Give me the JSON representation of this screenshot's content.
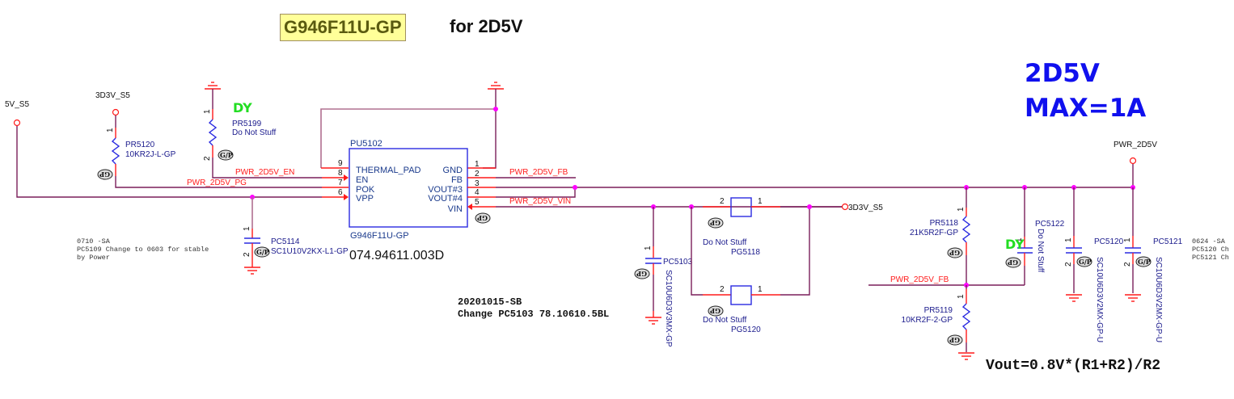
{
  "title": {
    "part_highlight": "G946F11U-GP",
    "suffix": "for 2D5V"
  },
  "rail_callout": {
    "line1": "2D5V",
    "line2": "MAX=1A"
  },
  "power_ports": {
    "v5": "5V_S5",
    "v3_left": "3D3V_S5",
    "v3_right": "3D3V_S5",
    "out": "PWR_2D5V"
  },
  "nets": {
    "en": "PWR_2D5V_EN",
    "pg": "PWR_2D5V_PG",
    "fb_top": "PWR_2D5V_FB",
    "vin": "PWR_2D5V_VIN",
    "fb_bottom": "PWR_2D5V_FB"
  },
  "ic": {
    "ref": "PU5102",
    "part": "G946F11U-GP",
    "part_number": "074.94611.003D",
    "left_pins": [
      {
        "num": "9",
        "name": "THERMAL_PAD"
      },
      {
        "num": "8",
        "name": "EN"
      },
      {
        "num": "7",
        "name": "POK"
      },
      {
        "num": "6",
        "name": "VPP"
      }
    ],
    "right_pins": [
      {
        "num": "1",
        "name": "GND"
      },
      {
        "num": "2",
        "name": "FB"
      },
      {
        "num": "3",
        "name": "VOUT#3"
      },
      {
        "num": "4",
        "name": "VOUT#4"
      },
      {
        "num": "5",
        "name": "VIN"
      }
    ]
  },
  "components": {
    "pr5120": {
      "ref": "PR5120",
      "value": "10KR2J-L-GP",
      "pin1": "1"
    },
    "pr5199": {
      "ref": "PR5199",
      "value": "Do Not Stuff",
      "pin1": "1",
      "pin2": "2",
      "flag": "DY"
    },
    "pc5114": {
      "ref": "PC5114",
      "value": "SC1U10V2KX-L1-GP",
      "pin1": "1",
      "pin2": "2"
    },
    "pc5103": {
      "ref": "PC5103",
      "value": "SC10U6D3V3MX-GP",
      "pin1": "1"
    },
    "pg5118": {
      "ref": "PG5118",
      "value": "Do Not Stuff",
      "pin1": "1",
      "pin2": "2"
    },
    "pg5120": {
      "ref": "PG5120",
      "value": "Do Not Stuff",
      "pin1": "1",
      "pin2": "2"
    },
    "pr5118": {
      "ref": "PR5118",
      "value": "21K5R2F-GP",
      "pin1": "1"
    },
    "pr5119": {
      "ref": "PR5119",
      "value": "10KR2F-2-GP",
      "pin1": "1"
    },
    "pc5122": {
      "ref": "PC5122",
      "value": "Do Not Stuff",
      "pin1": "1",
      "flag": "DY"
    },
    "pc5120": {
      "ref": "PC5120",
      "value": "SC10U6D3V2MX-GP-U",
      "pin1": "1",
      "pin2": "2"
    },
    "pc5121": {
      "ref": "PC5121",
      "value": "SC10U6D3V2MX-GP-U",
      "pin1": "1",
      "pin2": "2"
    }
  },
  "notes": {
    "left": [
      "0710 -SA",
      "PC5109 Change to 0603 for stable",
      "by Power"
    ],
    "middle": [
      "20201015-SB",
      "Change PC5103 78.10610.5BL"
    ],
    "right": [
      "0624 -SA",
      "PC5120 Ch",
      "PC5121 Ch"
    ],
    "formula": "Vout=0.8V*(R1+R2)/R2"
  },
  "gp_marks": {
    "gp": "G/P",
    "gp_flipped": "GP"
  }
}
